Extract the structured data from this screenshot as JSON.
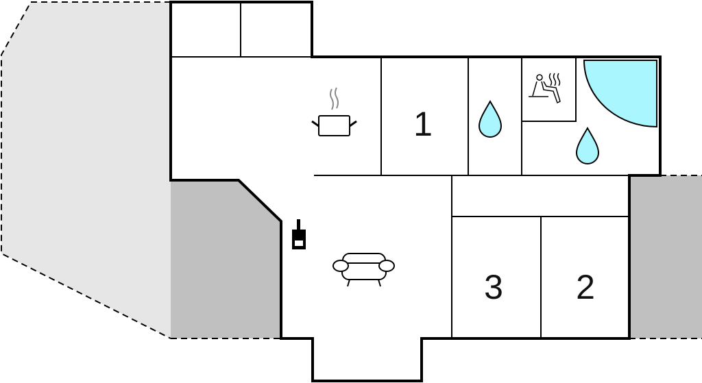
{
  "floorplan": {
    "rooms": [
      {
        "id": "bedroom-1",
        "label": "1"
      },
      {
        "id": "bedroom-2",
        "label": "2"
      },
      {
        "id": "bedroom-3",
        "label": "3"
      }
    ],
    "icons": [
      "kitchen-pot-icon",
      "water-drop-icon",
      "sauna-icon",
      "shower-icon",
      "fireplace-icon",
      "sofa-icon"
    ],
    "colors": {
      "wall": "#000000",
      "terrace": "#e6e6e6",
      "covered": "#c0c0c0",
      "water": "#aaf6ff"
    }
  }
}
